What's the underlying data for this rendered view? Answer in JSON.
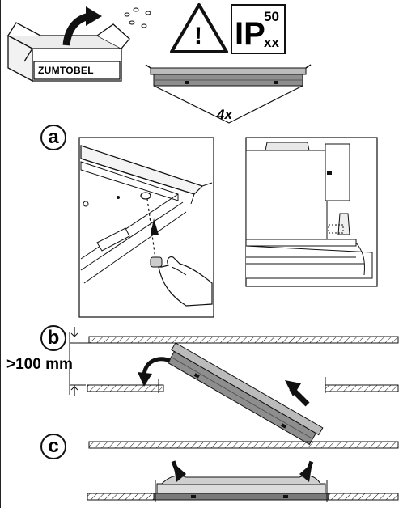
{
  "packaging": {
    "brand_label": "ZUMTOBEL"
  },
  "symbols": {
    "warning_mark": "!",
    "ip_prefix": "IP",
    "ip_first_digit": "50",
    "ip_second_digits": "xx",
    "screw_count": "4x"
  },
  "steps": {
    "a": {
      "label": "a"
    },
    "b": {
      "label": "b",
      "clearance": ">100 mm"
    },
    "c": {
      "label": "c"
    }
  },
  "colors": {
    "ink": "#111111",
    "panel": "#9a9a9a",
    "light_panel": "#dcdcdc"
  }
}
